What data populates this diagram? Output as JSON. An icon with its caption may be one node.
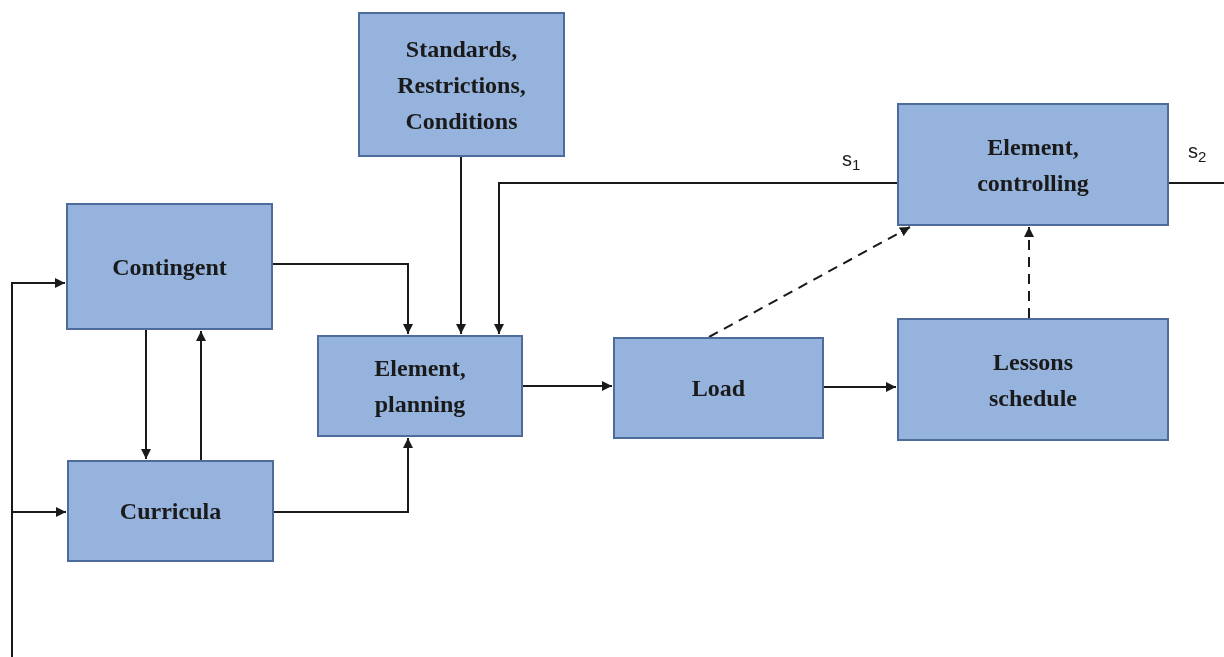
{
  "diagram": {
    "nodes": [
      {
        "text": [
          "Standards, Restrictions, Conditions"
        ]
      },
      {
        "text": [
          "Element, controlling"
        ]
      },
      {
        "text": [
          "Contingent"
        ]
      },
      {
        "text": [
          "Element, planning"
        ]
      },
      {
        "text": [
          "Load"
        ]
      },
      {
        "text": [
          "Lessons schedule"
        ]
      },
      {
        "text": [
          "Curricula"
        ]
      }
    ],
    "edges": [
      {
        "from": 0,
        "to": 3,
        "arrow": "to"
      },
      {
        "from": 1,
        "to": 3,
        "arrow": "to",
        "label": "s$_{1}$"
      },
      {
        "from": 2,
        "to": 3,
        "arrow": "to"
      },
      {
        "from": 6,
        "to": 3,
        "arrow": "to"
      },
      {
        "from": 2,
        "to": 6,
        "arrow": "to"
      },
      {
        "from": 6,
        "to": 2,
        "arrow": "to"
      },
      {
        "from": 3,
        "to": 4,
        "arrow": "to"
      },
      {
        "from": 4,
        "to": 5,
        "arrow": "to"
      },
      {
        "from": 4,
        "to": 1,
        "arrow": "to",
        "style": "dashed"
      },
      {
        "from": 5,
        "to": 1,
        "arrow": "to",
        "style": "dashed"
      },
      {
        "from": 1,
        "to": null,
        "arrow": "none",
        "label": "s$_{2}$"
      },
      {
        "from": null,
        "to": 2,
        "arrow": "to"
      },
      {
        "from": null,
        "to": 6,
        "arrow": "to"
      }
    ]
  }
}
